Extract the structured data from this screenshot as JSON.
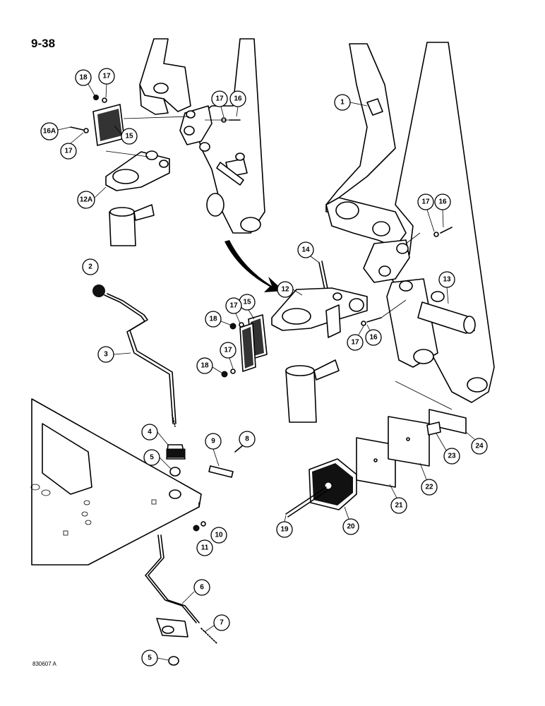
{
  "page": {
    "number": "9-38",
    "footer_code": "830607 A"
  },
  "callouts": [
    {
      "id": "c1",
      "label": "1"
    },
    {
      "id": "c2",
      "label": "2"
    },
    {
      "id": "c3",
      "label": "3"
    },
    {
      "id": "c4",
      "label": "4"
    },
    {
      "id": "c5a",
      "label": "5"
    },
    {
      "id": "c5b",
      "label": "5"
    },
    {
      "id": "c6",
      "label": "6"
    },
    {
      "id": "c7",
      "label": "7"
    },
    {
      "id": "c8",
      "label": "8"
    },
    {
      "id": "c9",
      "label": "9"
    },
    {
      "id": "c10",
      "label": "10"
    },
    {
      "id": "c11",
      "label": "11"
    },
    {
      "id": "c12",
      "label": "12"
    },
    {
      "id": "c12a",
      "label": "12A"
    },
    {
      "id": "c13",
      "label": "13"
    },
    {
      "id": "c14",
      "label": "14"
    },
    {
      "id": "c15a",
      "label": "15"
    },
    {
      "id": "c15b",
      "label": "15"
    },
    {
      "id": "c16a",
      "label": "16"
    },
    {
      "id": "c16b",
      "label": "16"
    },
    {
      "id": "c16c",
      "label": "16"
    },
    {
      "id": "c16A",
      "label": "16A"
    },
    {
      "id": "c17a",
      "label": "17"
    },
    {
      "id": "c17b",
      "label": "17"
    },
    {
      "id": "c17c",
      "label": "17"
    },
    {
      "id": "c17d",
      "label": "17"
    },
    {
      "id": "c17e",
      "label": "17"
    },
    {
      "id": "c17f",
      "label": "17"
    },
    {
      "id": "c17g",
      "label": "17"
    },
    {
      "id": "c18a",
      "label": "18"
    },
    {
      "id": "c18b",
      "label": "18"
    },
    {
      "id": "c18c",
      "label": "18"
    },
    {
      "id": "c19",
      "label": "19"
    },
    {
      "id": "c20",
      "label": "20"
    },
    {
      "id": "c21",
      "label": "21"
    },
    {
      "id": "c22",
      "label": "22"
    },
    {
      "id": "c23",
      "label": "23"
    },
    {
      "id": "c24",
      "label": "24"
    }
  ]
}
